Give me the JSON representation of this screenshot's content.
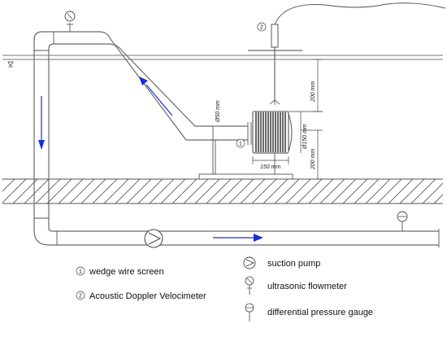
{
  "labels": {
    "dia_50": "Ø50 mm",
    "dia_150": "Ø150 mm",
    "len_150": "150 mm",
    "height_upper": "200 mm",
    "height_lower": "200 mm",
    "marker_1": "1",
    "marker_2": "2"
  },
  "legend": {
    "item1": {
      "num": "1",
      "text": "wedge wire screen"
    },
    "item2": {
      "num": "2",
      "text": "Acoustic Doppler Velocimeter"
    },
    "item3": {
      "text": "suction pump"
    },
    "item4": {
      "text": "ultrasonic flowmeter"
    },
    "item5": {
      "text": "differential pressure gauge"
    }
  },
  "colors": {
    "flow_arrow": "#1a2fd6",
    "line": "#6a6a6a",
    "hatch": "#555555"
  },
  "icons": [
    "water-surface-icon",
    "suction-pump-icon",
    "ultrasonic-flowmeter-icon",
    "differential-pressure-gauge-icon",
    "flow-arrow-icon"
  ]
}
